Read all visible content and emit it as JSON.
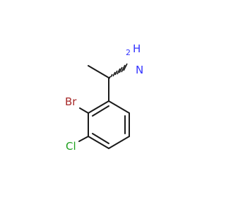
{
  "molecule": {
    "atoms": {
      "n": {
        "symbol": "N",
        "hydrogens": "H",
        "hydrogen_count": "2",
        "color": "#3333ff"
      },
      "br": {
        "symbol": "Br",
        "color": "#a62929"
      },
      "cl": {
        "symbol": "Cl",
        "color": "#1fa01f"
      }
    },
    "bond_color": "#1a1a1a",
    "stereo": "wedge-hash"
  }
}
